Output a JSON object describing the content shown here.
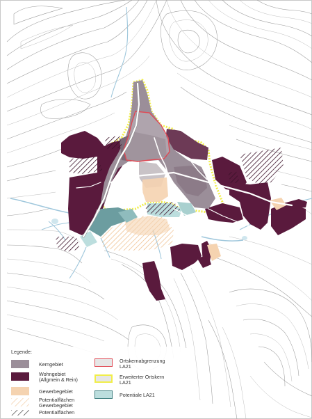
{
  "legend": {
    "title": "Legende:",
    "items": [
      {
        "key": "kerngebiet",
        "label": "Kerngebiet",
        "color": "#9b8e99"
      },
      {
        "key": "wohngebiet",
        "label": "Wohngebiet\n(Allgmein & Rein)",
        "color": "#5a1a3d"
      },
      {
        "key": "gewerbegebiet",
        "label": "Gewerbegebiet",
        "color": "#f5d3b0"
      },
      {
        "key": "potential-gewerbe",
        "label": "Potentialflächen\nGewerbegebiet",
        "color": "#f0c69a"
      },
      {
        "key": "potential-wohn",
        "label": "Potentialflächen",
        "color": "#2a2a2a"
      },
      {
        "key": "ortskernabgrenzung",
        "label": "Ortskernabgrenzung\nLA21",
        "color": "#e04a55"
      },
      {
        "key": "erweiterter-ortskern",
        "label": "Erweiterter Ortskern\nLA21",
        "color": "#f1ee4a"
      },
      {
        "key": "potentiale-la21",
        "label": "Potentiale LA21",
        "color": "#3f7f80"
      }
    ]
  },
  "colors": {
    "contour": "#9a9a9a",
    "river": "#9fc7dc",
    "kern_fill": "#8b7f89",
    "wohn_fill": "#5a1a3d",
    "gewerbe_fill": "#f5d3b0",
    "potential_la21_fill": "#bcdede"
  }
}
